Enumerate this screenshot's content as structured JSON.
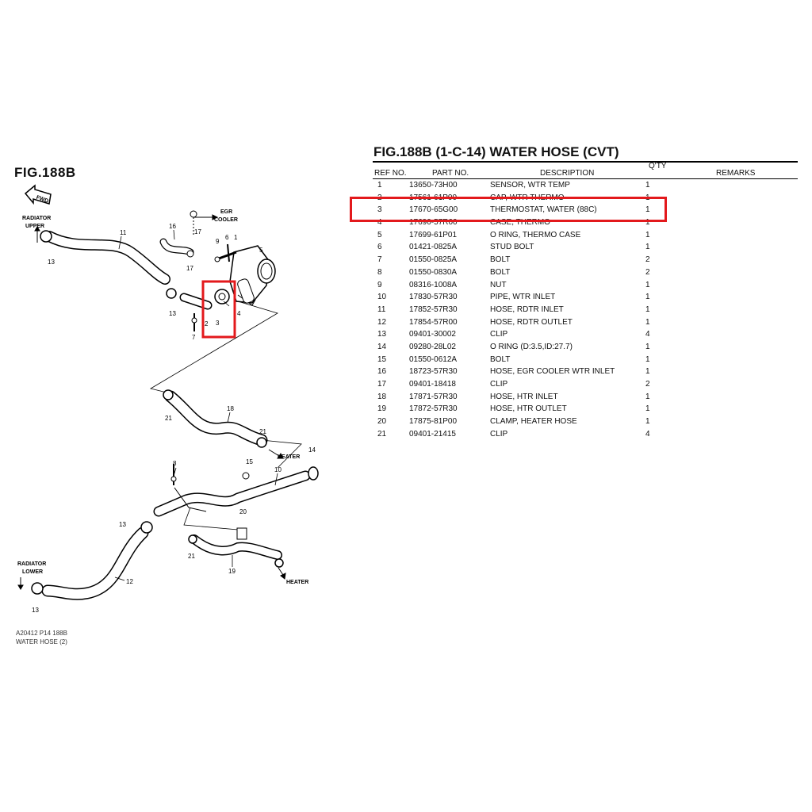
{
  "figure": {
    "label": "FIG.188B",
    "fwd_label": "FWD",
    "callouts": {
      "radiator_upper": [
        "RADIATOR",
        "UPPER"
      ],
      "radiator_lower": [
        "RADIATOR",
        "LOWER"
      ],
      "egr_cooler": [
        "EGR",
        "COOLER"
      ],
      "heater_1": "HEATER",
      "heater_2": "HEATER"
    },
    "footer_line1": "A20412 P14 188B",
    "footer_line2": "WATER HOSE (2)"
  },
  "table": {
    "title": "FIG.188B (1-C-14) WATER HOSE (CVT)",
    "headers": {
      "ref": "REF NO.",
      "part": "PART NO.",
      "desc": "DESCRIPTION",
      "qty": "Q'TY",
      "remarks": "REMARKS"
    },
    "rows": [
      {
        "ref": "1",
        "part": "13650-73H00",
        "desc": "SENSOR, WTR TEMP",
        "qty": "1"
      },
      {
        "ref": "2",
        "part": "17561-61P00",
        "desc": "CAP, WTR THERMO",
        "qty": "1"
      },
      {
        "ref": "3",
        "part": "17670-65G00",
        "desc": "THERMOSTAT, WATER (88C)",
        "qty": "1"
      },
      {
        "ref": "4",
        "part": "17690-57R00",
        "desc": "CASE, THERMO",
        "qty": "1"
      },
      {
        "ref": "5",
        "part": "17699-61P01",
        "desc": "O RING, THERMO CASE",
        "qty": "1"
      },
      {
        "ref": "6",
        "part": "01421-0825A",
        "desc": "STUD BOLT",
        "qty": "1"
      },
      {
        "ref": "7",
        "part": "01550-0825A",
        "desc": "BOLT",
        "qty": "2"
      },
      {
        "ref": "8",
        "part": "01550-0830A",
        "desc": "BOLT",
        "qty": "2"
      },
      {
        "ref": "9",
        "part": "08316-1008A",
        "desc": "NUT",
        "qty": "1"
      },
      {
        "ref": "10",
        "part": "17830-57R30",
        "desc": "PIPE, WTR INLET",
        "qty": "1"
      },
      {
        "ref": "11",
        "part": "17852-57R30",
        "desc": "HOSE, RDTR INLET",
        "qty": "1"
      },
      {
        "ref": "12",
        "part": "17854-57R00",
        "desc": "HOSE, RDTR OUTLET",
        "qty": "1"
      },
      {
        "ref": "13",
        "part": "09401-30002",
        "desc": "CLIP",
        "qty": "4"
      },
      {
        "ref": "14",
        "part": "09280-28L02",
        "desc": "O RING (D:3.5,ID:27.7)",
        "qty": "1"
      },
      {
        "ref": "15",
        "part": "01550-0612A",
        "desc": "BOLT",
        "qty": "1"
      },
      {
        "ref": "16",
        "part": "18723-57R30",
        "desc": "HOSE, EGR COOLER WTR INLET",
        "qty": "1"
      },
      {
        "ref": "17",
        "part": "09401-18418",
        "desc": "CLIP",
        "qty": "2"
      },
      {
        "ref": "18",
        "part": "17871-57R30",
        "desc": "HOSE, HTR INLET",
        "qty": "1"
      },
      {
        "ref": "19",
        "part": "17872-57R30",
        "desc": "HOSE, HTR OUTLET",
        "qty": "1"
      },
      {
        "ref": "20",
        "part": "17875-81P00",
        "desc": "CLAMP, HEATER HOSE",
        "qty": "1"
      },
      {
        "ref": "21",
        "part": "09401-21415",
        "desc": "CLIP",
        "qty": "4"
      }
    ],
    "highlight_color": "#e3191c"
  }
}
